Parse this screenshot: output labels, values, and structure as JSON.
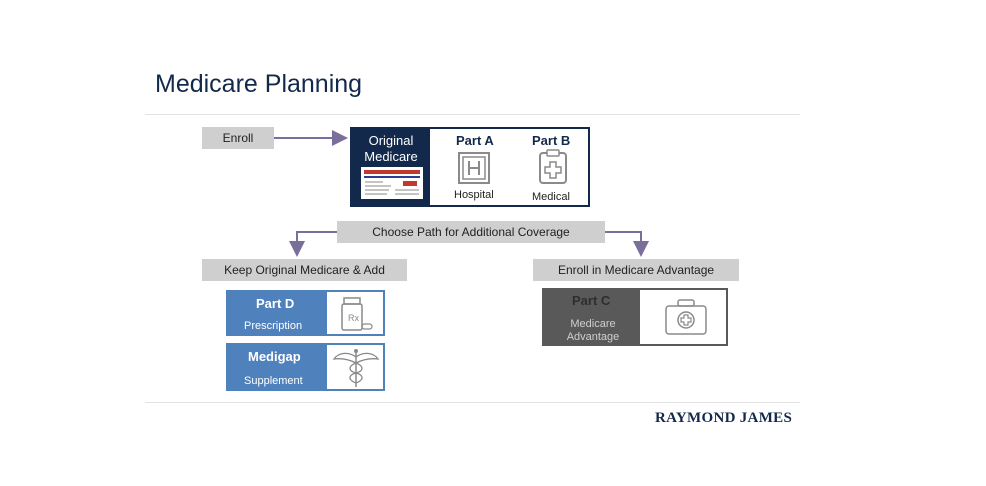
{
  "page": {
    "title": "Medicare Planning"
  },
  "enroll": {
    "label": "Enroll"
  },
  "original_medicare": {
    "label": "Original Medicare",
    "part_a": {
      "title": "Part A",
      "subtitle": "Hospital",
      "icon": "hospital-icon"
    },
    "part_b": {
      "title": "Part B",
      "subtitle": "Medical",
      "icon": "clipboard-medical-icon"
    }
  },
  "choose_path": {
    "label": "Choose Path for Additional Coverage"
  },
  "left_path": {
    "label": "Keep Original Medicare & Add",
    "cards": [
      {
        "title": "Part D",
        "subtitle": "Prescription",
        "icon": "pill-bottle-icon"
      },
      {
        "title": "Medigap",
        "subtitle": "Supplement",
        "icon": "caduceus-icon"
      }
    ]
  },
  "right_path": {
    "label": "Enroll in Medicare Advantage",
    "card": {
      "title": "Part C",
      "subtitle": "Medicare Advantage",
      "icon": "medical-kit-icon"
    }
  },
  "footer": {
    "logo": "RAYMOND JAMES"
  },
  "colors": {
    "navy": "#13294b",
    "blue": "#4f81bd",
    "gray_box": "#cfcfcf",
    "arrow": "#7a6f9b",
    "dark_gray": "#595959"
  }
}
